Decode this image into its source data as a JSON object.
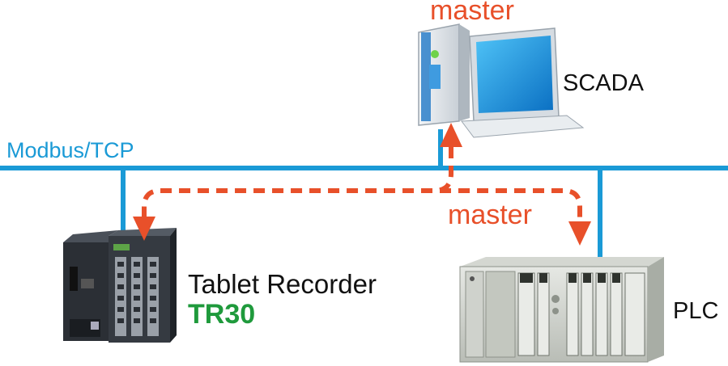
{
  "labels": {
    "master_top": "master",
    "scada": "SCADA",
    "network": "Modbus/TCP",
    "master_mid": "master",
    "tablet_recorder": "Tablet Recorder",
    "tr_model": "TR30",
    "plc": "PLC"
  },
  "devices": {
    "scada": {
      "icon": "desktop-computer-icon"
    },
    "recorder": {
      "icon": "tablet-recorder-icon"
    },
    "plc": {
      "icon": "plc-rack-icon"
    }
  },
  "colors": {
    "network_line": "#1a9ad6",
    "arrow": "#e8502a",
    "model_text": "#1f9a3c"
  }
}
